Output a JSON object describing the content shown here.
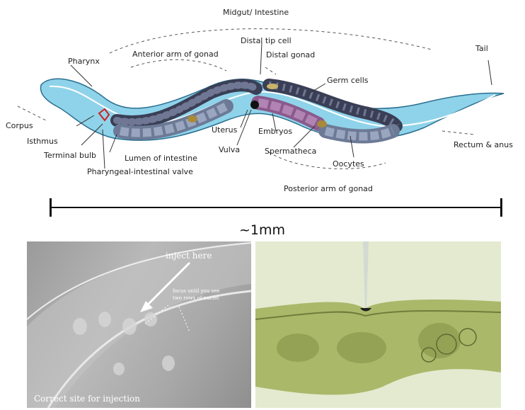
{
  "diagram": {
    "labels": {
      "midgut": "Midgut/ Intestine",
      "distal_tip_cell": "Distal tip cell",
      "pharynx": "Pharynx",
      "anterior_arm": "Anterior arm of gonad",
      "distal_gonad": "Distal gonad",
      "tail": "Tail",
      "germ_cells": "Germ cells",
      "corpus": "Corpus",
      "isthmus": "Isthmus",
      "terminal_bulb": "Terminal bulb",
      "lumen": "Lumen of intestine",
      "pharyngeal_valve": "Pharyngeal-intestinal valve",
      "uterus": "Uterus",
      "vulva": "Vulva",
      "embryos": "Embryos",
      "spermatheca": "Spermatheca",
      "oocytes": "Oocytes",
      "rectum": "Rectum & anus",
      "posterior_arm": "Posterior arm of gonad"
    },
    "scale_label": "~1mm"
  },
  "photos": {
    "left": {
      "inject_here": "inject here",
      "focus_note_line1": "focus until you see",
      "focus_note_line2": "two rows of nuclei",
      "caption": "Correct site for injection"
    }
  },
  "colors": {
    "worm_body": "#7fcbe6",
    "worm_outline": "#2a6f8f",
    "germline": "#3a3f55",
    "embryos": "#8a5a8c",
    "oocytes": "#6c7a96",
    "photo_right_bg": "#e3ead0"
  }
}
